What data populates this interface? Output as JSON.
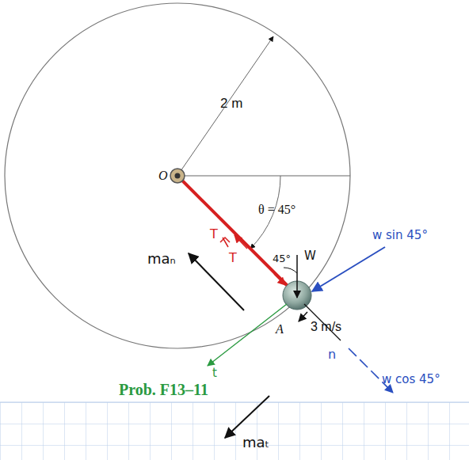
{
  "diagram": {
    "caption": "Prob. F13–11",
    "labels": [
      "2 m",
      "O",
      "θ = 45°",
      "T",
      "T",
      "W",
      "45°",
      "w sin 45°",
      "maₙ",
      "A",
      "3 m/s",
      "n",
      "w cos 45°",
      "t",
      "maₜ"
    ]
  }
}
